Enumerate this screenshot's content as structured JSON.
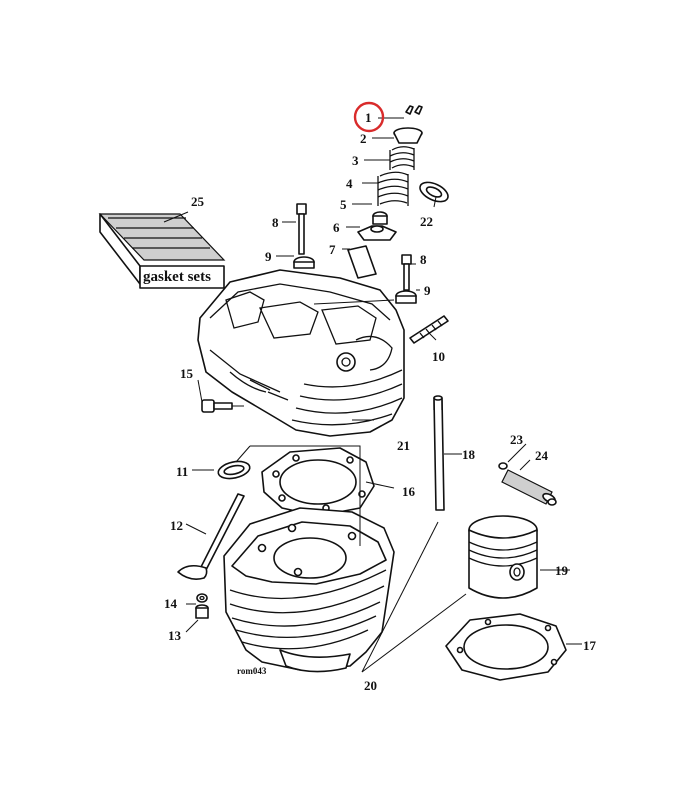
{
  "highlight_color": "#d92b2b",
  "gasket_box": {
    "label": "gasket sets"
  },
  "footer_code": "rom043",
  "callouts": {
    "c1": "1",
    "c2": "2",
    "c3": "3",
    "c4": "4",
    "c5": "5",
    "c6": "6",
    "c7": "7",
    "c8a": "8",
    "c8b": "8",
    "c9a": "9",
    "c9b": "9",
    "c10": "10",
    "c11": "11",
    "c12": "12",
    "c13": "13",
    "c14": "14",
    "c15": "15",
    "c16": "16",
    "c17": "17",
    "c18": "18",
    "c19": "19",
    "c20": "20",
    "c21": "21",
    "c22": "22",
    "c23": "23",
    "c24": "24",
    "c25": "25"
  }
}
